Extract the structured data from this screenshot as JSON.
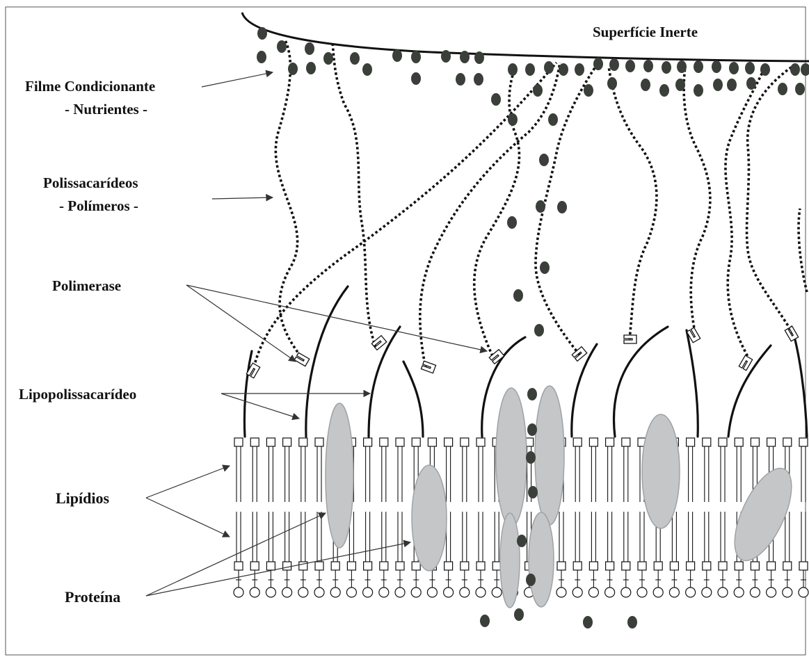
{
  "labels": {
    "surface": "Superfície Inerte",
    "conditioning_film": "Filme Condicionante",
    "nutrients": "- Nutrientes -",
    "polysaccharides": "Polissacarídeos",
    "polymers": "- Polímeros -",
    "polymerase": "Polimerase",
    "lipopolysaccharide": "Lipopolissacarídeo",
    "lipids": "Lipídios",
    "protein": "Proteína"
  },
  "colors": {
    "ink": "#111111",
    "nutrient_dot": "#3a3f3a",
    "protein_fill": "#c4c6c8",
    "protein_stroke": "#9fa3a6",
    "frame": "#555555"
  }
}
